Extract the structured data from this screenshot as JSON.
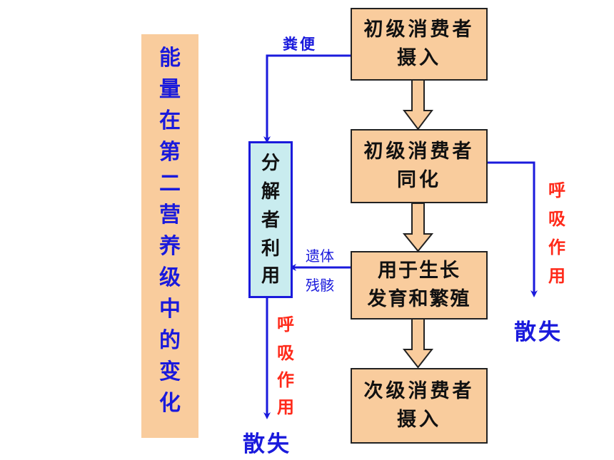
{
  "title": {
    "chars": [
      "能",
      "量",
      "在",
      "第",
      "二",
      "营",
      "养",
      "级",
      "中",
      "的",
      "变",
      "化"
    ]
  },
  "flow_boxes": [
    {
      "lines": [
        "初级消费者",
        "摄入"
      ]
    },
    {
      "lines": [
        "初级消费者",
        "同化"
      ]
    },
    {
      "lines": [
        "用于生长",
        "发育和繁殖"
      ]
    },
    {
      "lines": [
        "次级消费者",
        "摄入"
      ]
    }
  ],
  "decomposer": {
    "chars": [
      "分",
      "解",
      "者",
      "利",
      "用"
    ]
  },
  "labels": {
    "feces": "粪便",
    "remains_1": "遗体",
    "remains_2": "残骸"
  },
  "respiration": {
    "chars": [
      "呼",
      "吸",
      "作",
      "用"
    ]
  },
  "loss": {
    "text": "散失"
  },
  "colors": {
    "accent_blue": "#1a1adc",
    "box_fill": "#f9cc9d",
    "decomposer_fill": "#c9ecef",
    "respiration_red": "#ff2a1a"
  }
}
